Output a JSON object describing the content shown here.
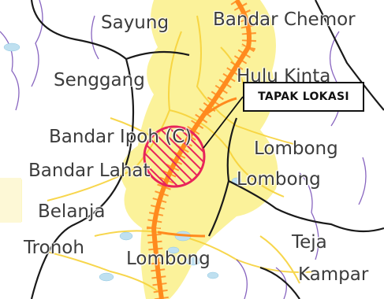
{
  "map": {
    "place_labels": [
      {
        "id": "sayung",
        "text": "Sayung"
      },
      {
        "id": "bandar-chemor",
        "text": "Bandar Chemor"
      },
      {
        "id": "hulu-kinta",
        "text": "Hulu Kinta"
      },
      {
        "id": "senggang",
        "text": "Senggang"
      },
      {
        "id": "bandar-ipoh",
        "text": "Bandar Ipoh (C)"
      },
      {
        "id": "lombong-1",
        "text": "Lombong"
      },
      {
        "id": "bandar-lahat",
        "text": "Bandar Lahat"
      },
      {
        "id": "lombong-2",
        "text": "Lombong"
      },
      {
        "id": "belanja",
        "text": "Belanja"
      },
      {
        "id": "tronoh",
        "text": "Tronoh"
      },
      {
        "id": "teja",
        "text": "Teja"
      },
      {
        "id": "lombong-3",
        "text": "Lombong"
      },
      {
        "id": "kampar",
        "text": "Kampar"
      }
    ],
    "callout": {
      "text": "TAPAK LOKASI"
    },
    "colors": {
      "urban": "#fbf29a",
      "highway": "#ff8a1e",
      "road": "#f7d23a",
      "district_boundary": "#1a1a1a",
      "river": "#6b3fb0",
      "site_marker": "#e8245a"
    }
  }
}
